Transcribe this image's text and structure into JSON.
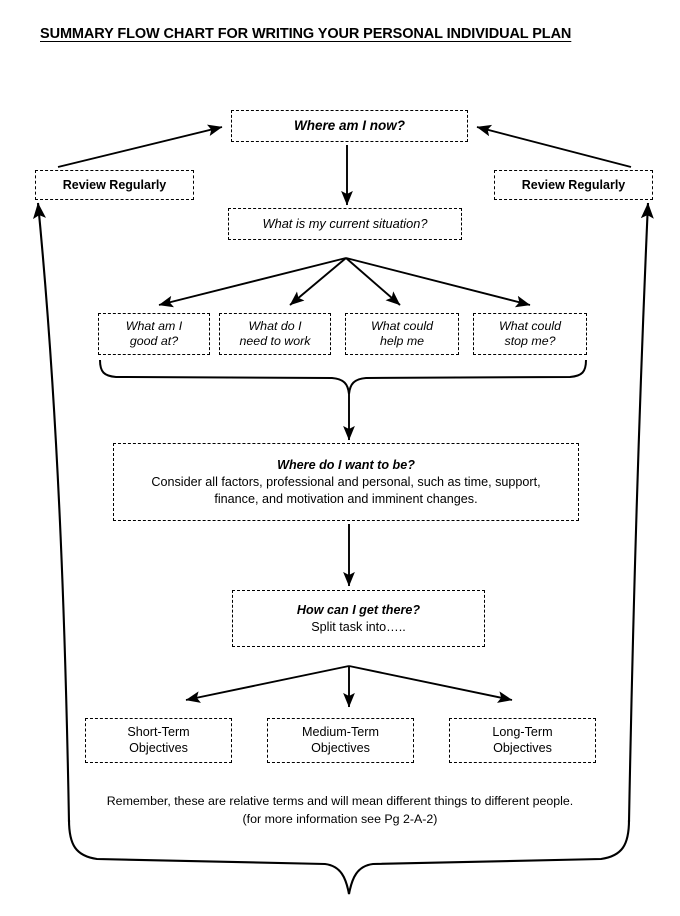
{
  "page": {
    "title": "SUMMARY FLOW CHART FOR WRITING YOUR PERSONAL INDIVIDUAL PLAN",
    "line_color": "#000000",
    "background": "#ffffff"
  },
  "nodes": {
    "where_now": {
      "text": "Where am I now?"
    },
    "review_left": {
      "text": "Review Regularly"
    },
    "review_right": {
      "text": "Review Regularly"
    },
    "current_situation": {
      "text": "What is my current situation?"
    },
    "q1": {
      "line1": "What am I",
      "line2": "good at?"
    },
    "q2": {
      "line1": "What do I",
      "line2": "need to work"
    },
    "q3": {
      "line1": "What could",
      "line2": "help me"
    },
    "q4": {
      "line1": "What could",
      "line2": "stop me?"
    },
    "where_want": {
      "heading": "Where do I want to be?",
      "line1": "Consider all factors, professional and personal, such as time, support,",
      "line2": "finance, and motivation and imminent changes."
    },
    "how_get_there": {
      "heading": "How can I get there?",
      "line1": "Split task into….."
    },
    "short_term": {
      "line1": "Short-Term",
      "line2": "Objectives"
    },
    "medium_term": {
      "line1": "Medium-Term",
      "line2": "Objectives"
    },
    "long_term": {
      "line1": "Long-Term",
      "line2": "Objectives"
    }
  },
  "note": {
    "line1": "Remember, these are relative terms and will mean different things to different people.",
    "line2": "(for more information see Pg 2-A-2)"
  }
}
